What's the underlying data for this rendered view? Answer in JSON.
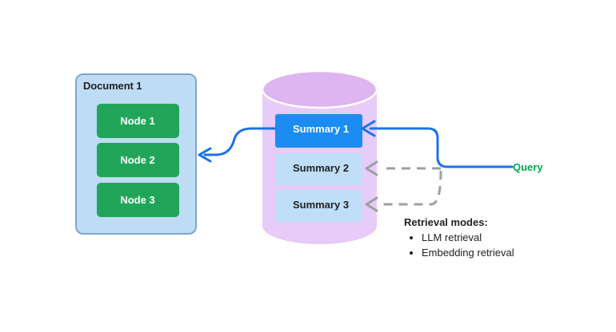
{
  "diagram": {
    "title_hidden": "",
    "document_box": {
      "title": "Document 1",
      "nodes": [
        {
          "label": "Node 1"
        },
        {
          "label": "Node 2"
        },
        {
          "label": "Node 3"
        }
      ],
      "fill_color": "#bfdcf5",
      "border_color": "#7ba7d0",
      "node_fill_color": "#21a659"
    },
    "index_cylinder": {
      "body_color": "#e7cbf8",
      "top_color": "#ddb5f0",
      "summaries": [
        {
          "label": "Summary 1",
          "state": "selected",
          "fill_color": "#1a8cf2",
          "text_color": "#ffffff"
        },
        {
          "label": "Summary 2",
          "state": "default",
          "fill_color": "#bfdef7",
          "text_color": "#202124"
        },
        {
          "label": "Summary 3",
          "state": "default",
          "fill_color": "#bfdef7",
          "text_color": "#202124"
        }
      ]
    },
    "query": {
      "label": "Query",
      "color": "#00a84f"
    },
    "connectors": {
      "query_to_summary1": {
        "style": "solid",
        "color": "#1a73e8"
      },
      "summary1_to_document": {
        "style": "solid",
        "color": "#1a73e8"
      },
      "query_to_summary2": {
        "style": "dashed",
        "color": "#9aa0a6"
      },
      "query_to_summary3": {
        "style": "dashed",
        "color": "#9aa0a6"
      }
    },
    "retrieval_modes": {
      "title": "Retrieval modes:",
      "items": [
        "LLM retrieval",
        "Embedding retrieval"
      ]
    }
  }
}
